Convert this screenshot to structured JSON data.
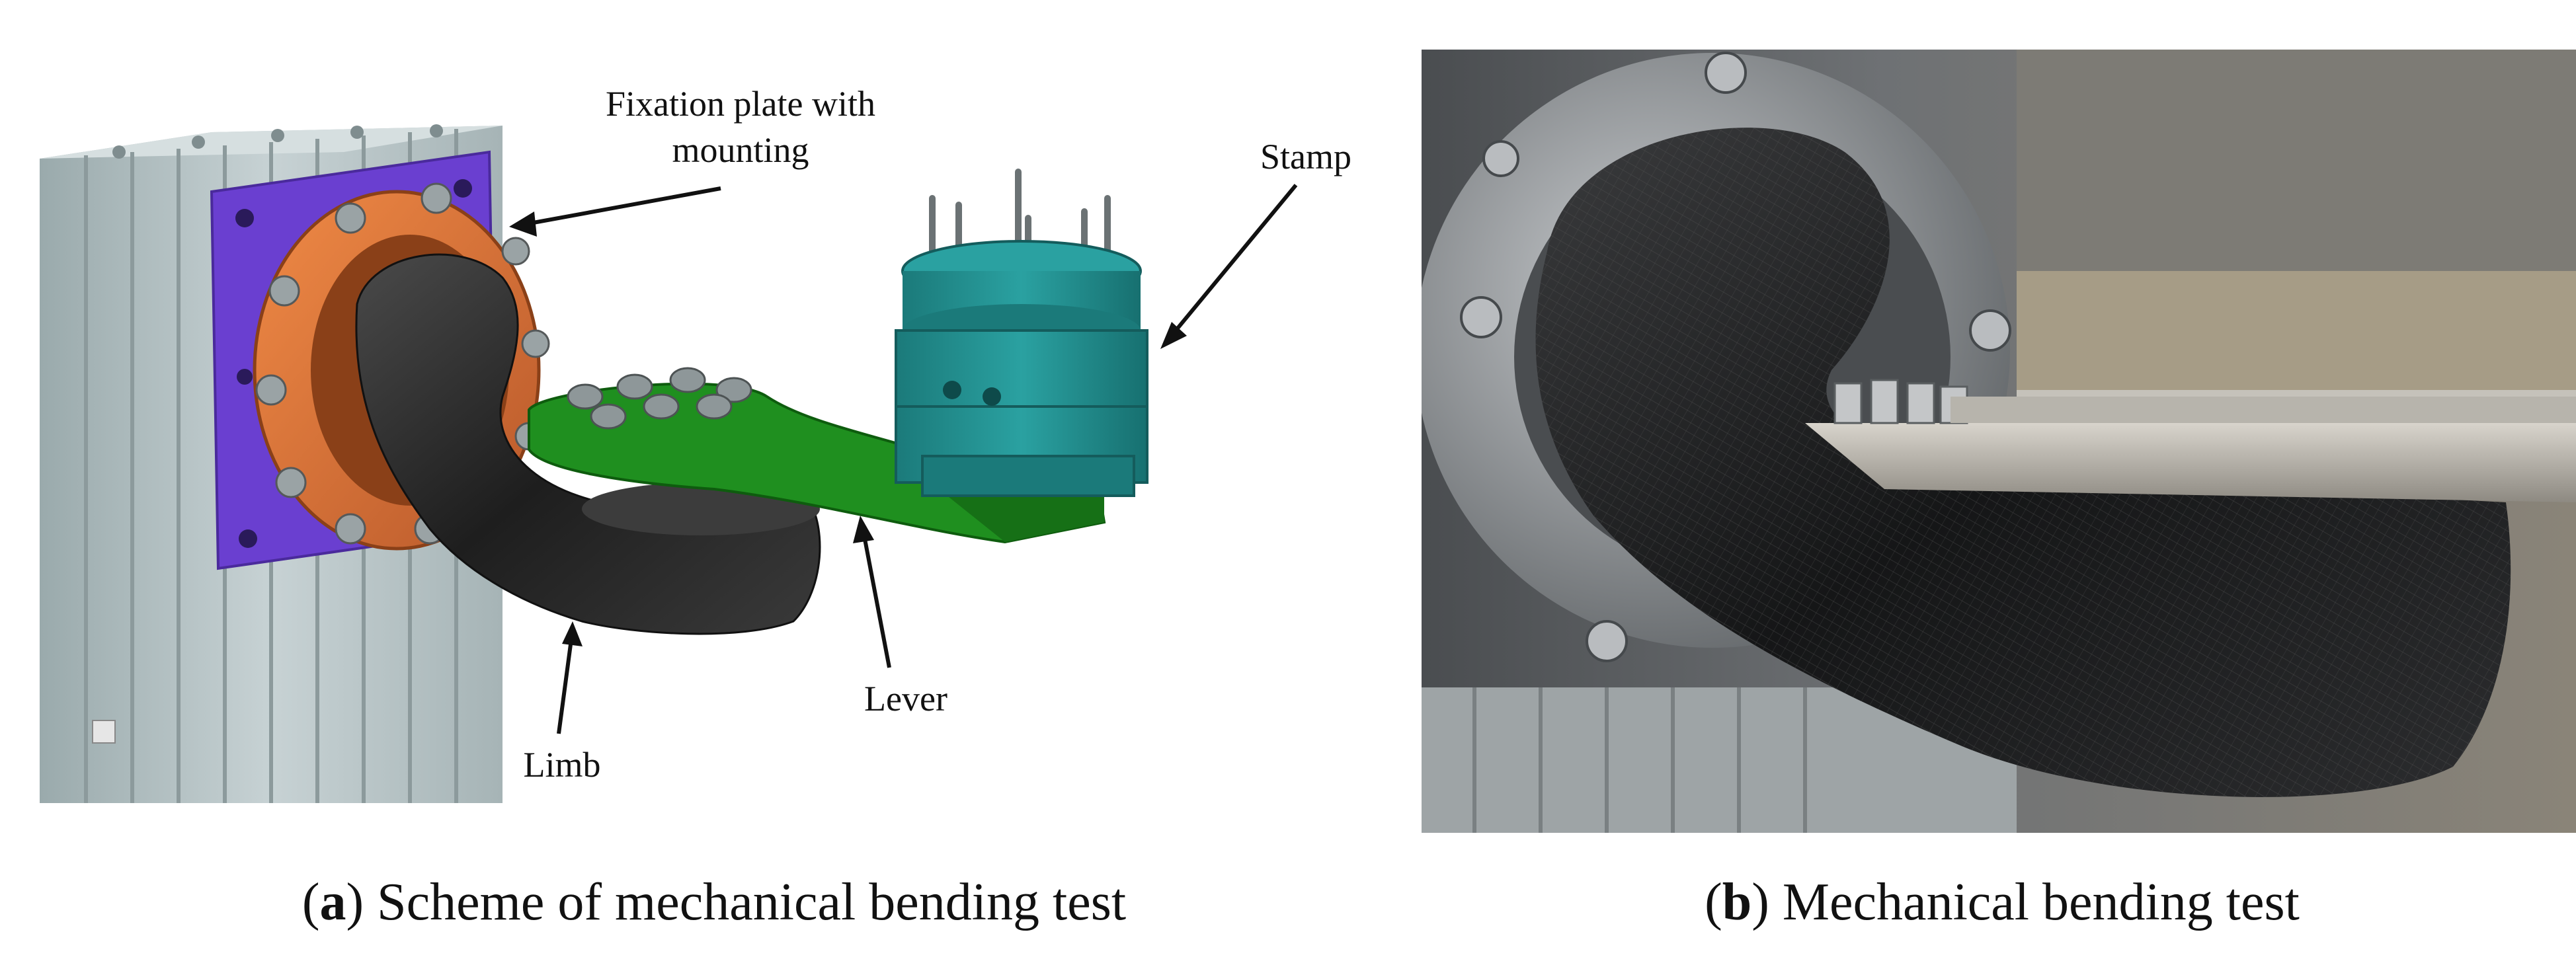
{
  "panel_a": {
    "labels": {
      "fixation_line1": "Fixation plate with",
      "fixation_line2": "mounting",
      "stamp": "Stamp",
      "lever": "Lever",
      "limb": "Limb"
    },
    "caption": {
      "letter": "a",
      "text": "Scheme of mechanical bending test"
    }
  },
  "panel_b": {
    "caption": {
      "letter": "b",
      "text": "Mechanical bending test"
    }
  },
  "colors": {
    "frame": "#b9c6c8",
    "fixation_plate": "#6a3fd0",
    "mounting_ring": "#d9763a",
    "limb": "#2a2a2a",
    "lever": "#1f8f1f",
    "stamp": "#1f8b8b"
  }
}
